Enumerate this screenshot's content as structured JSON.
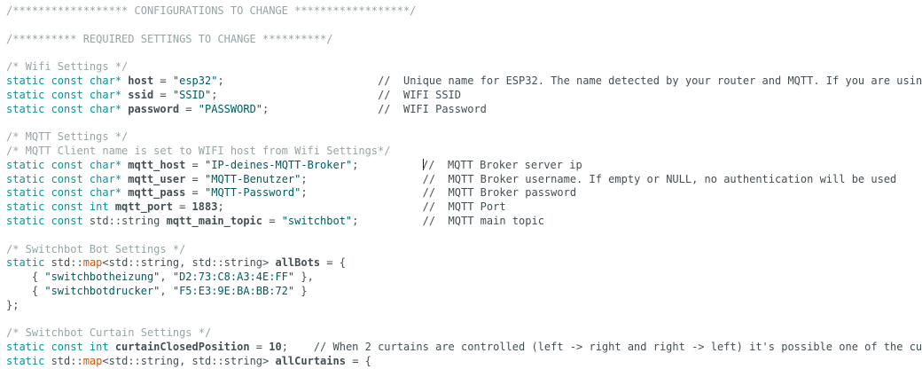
{
  "editor": {
    "background": "#ffffff",
    "colors": {
      "kw": "#00979C",
      "str": "#005C5F",
      "fn": "#D35400",
      "pl": "#434F54",
      "cb": "#95A5A6",
      "cl": "#434F54",
      "cursor": "#1b1b1b"
    },
    "lines": [
      [
        {
          "t": "/****************** CONFIGURATIONS TO CHANGE ******************/",
          "c": "cb"
        }
      ],
      [],
      [
        {
          "t": "/********** REQUIRED SETTINGS TO CHANGE **********/",
          "c": "cb"
        }
      ],
      [],
      [
        {
          "t": "/* Wifi Settings */",
          "c": "cb"
        }
      ],
      [
        {
          "t": "static const char*",
          "c": "kw"
        },
        {
          "t": " ",
          "c": "pl"
        },
        {
          "t": "host",
          "c": "pl",
          "b": true
        },
        {
          "t": " = ",
          "c": "pl"
        },
        {
          "t": "\"esp32\"",
          "c": "str"
        },
        {
          "t": ";",
          "c": "pl"
        },
        {
          "t": "                        //  Unique name for ESP32. The name detected by your router and MQTT. If you are usin",
          "c": "cl"
        }
      ],
      [
        {
          "t": "static const char*",
          "c": "kw"
        },
        {
          "t": " ",
          "c": "pl"
        },
        {
          "t": "ssid",
          "c": "pl",
          "b": true
        },
        {
          "t": " = ",
          "c": "pl"
        },
        {
          "t": "\"SSID\"",
          "c": "str"
        },
        {
          "t": ";",
          "c": "pl"
        },
        {
          "t": "                         //  WIFI SSID",
          "c": "cl"
        }
      ],
      [
        {
          "t": "static const char*",
          "c": "kw"
        },
        {
          "t": " ",
          "c": "pl"
        },
        {
          "t": "password",
          "c": "pl",
          "b": true
        },
        {
          "t": " = ",
          "c": "pl"
        },
        {
          "t": "\"PASSWORD\"",
          "c": "str"
        },
        {
          "t": ";",
          "c": "pl"
        },
        {
          "t": "                 //  WIFI Password",
          "c": "cl"
        }
      ],
      [],
      [
        {
          "t": "/* MQTT Settings */",
          "c": "cb"
        }
      ],
      [
        {
          "t": "/* MQTT Client name is set to WIFI host from Wifi Settings*/",
          "c": "cb"
        }
      ],
      [
        {
          "t": "static const char*",
          "c": "kw"
        },
        {
          "t": " ",
          "c": "pl"
        },
        {
          "t": "mqtt_host",
          "c": "pl",
          "b": true
        },
        {
          "t": " = ",
          "c": "pl"
        },
        {
          "t": "\"IP-deines-MQTT-Broker\"",
          "c": "str"
        },
        {
          "t": ";",
          "c": "pl"
        },
        {
          "t": "          ",
          "c": "pl"
        },
        {
          "cursor": true
        },
        {
          "t": "//  MQTT Broker server ip",
          "c": "cl"
        }
      ],
      [
        {
          "t": "static const char*",
          "c": "kw"
        },
        {
          "t": " ",
          "c": "pl"
        },
        {
          "t": "mqtt_user",
          "c": "pl",
          "b": true
        },
        {
          "t": " = ",
          "c": "pl"
        },
        {
          "t": "\"MQTT-Benutzer\"",
          "c": "str"
        },
        {
          "t": ";",
          "c": "pl"
        },
        {
          "t": "                  //  MQTT Broker username. If empty or NULL, no authentication will be used",
          "c": "cl"
        }
      ],
      [
        {
          "t": "static const char*",
          "c": "kw"
        },
        {
          "t": " ",
          "c": "pl"
        },
        {
          "t": "mqtt_pass",
          "c": "pl",
          "b": true
        },
        {
          "t": " = ",
          "c": "pl"
        },
        {
          "t": "\"MQTT-Password\"",
          "c": "str"
        },
        {
          "t": ";",
          "c": "pl"
        },
        {
          "t": "                  //  MQTT Broker password",
          "c": "cl"
        }
      ],
      [
        {
          "t": "static const int",
          "c": "kw"
        },
        {
          "t": " ",
          "c": "pl"
        },
        {
          "t": "mqtt_port",
          "c": "pl",
          "b": true
        },
        {
          "t": " = ",
          "c": "pl"
        },
        {
          "t": "1883",
          "c": "pl",
          "b": true
        },
        {
          "t": ";",
          "c": "pl"
        },
        {
          "t": "                               //  MQTT Port",
          "c": "cl"
        }
      ],
      [
        {
          "t": "static const",
          "c": "kw"
        },
        {
          "t": " std::string ",
          "c": "pl"
        },
        {
          "t": "mqtt_main_topic",
          "c": "pl",
          "b": true
        },
        {
          "t": " = ",
          "c": "pl"
        },
        {
          "t": "\"switchbot\"",
          "c": "str"
        },
        {
          "t": ";",
          "c": "pl"
        },
        {
          "t": "          //  MQTT main topic",
          "c": "cl"
        }
      ],
      [],
      [
        {
          "t": "/* Switchbot Bot Settings */",
          "c": "cb"
        }
      ],
      [
        {
          "t": "static",
          "c": "kw"
        },
        {
          "t": " std::",
          "c": "pl"
        },
        {
          "t": "map",
          "c": "fn"
        },
        {
          "t": "<std::string, std::string> ",
          "c": "pl"
        },
        {
          "t": "allBots",
          "c": "pl",
          "b": true
        },
        {
          "t": " = {",
          "c": "pl"
        }
      ],
      [
        {
          "t": "    { ",
          "c": "pl"
        },
        {
          "t": "\"switchbotheizung\"",
          "c": "str"
        },
        {
          "t": ", ",
          "c": "pl"
        },
        {
          "t": "\"D2:73:C8:A3:4E:FF\"",
          "c": "str"
        },
        {
          "t": " },",
          "c": "pl"
        }
      ],
      [
        {
          "t": "    { ",
          "c": "pl"
        },
        {
          "t": "\"switchbotdrucker\"",
          "c": "str"
        },
        {
          "t": ", ",
          "c": "pl"
        },
        {
          "t": "\"F5:E3:9E:BA:BB:72\"",
          "c": "str"
        },
        {
          "t": " }",
          "c": "pl"
        }
      ],
      [
        {
          "t": "};",
          "c": "pl"
        }
      ],
      [],
      [
        {
          "t": "/* Switchbot Curtain Settings */",
          "c": "cb"
        }
      ],
      [
        {
          "t": "static const int",
          "c": "kw"
        },
        {
          "t": " ",
          "c": "pl"
        },
        {
          "t": "curtainClosedPosition",
          "c": "pl",
          "b": true
        },
        {
          "t": " = ",
          "c": "pl"
        },
        {
          "t": "10",
          "c": "pl",
          "b": true
        },
        {
          "t": ";",
          "c": "pl"
        },
        {
          "t": "    // When 2 curtains are controlled (left -> right and right -> left) it's possible one of the cu",
          "c": "cl"
        }
      ],
      [
        {
          "t": "static",
          "c": "kw"
        },
        {
          "t": " std::",
          "c": "pl"
        },
        {
          "t": "map",
          "c": "fn"
        },
        {
          "t": "<std::string, std::string> ",
          "c": "pl"
        },
        {
          "t": "allCurtains",
          "c": "pl",
          "b": true
        },
        {
          "t": " = {",
          "c": "pl"
        }
      ]
    ]
  }
}
